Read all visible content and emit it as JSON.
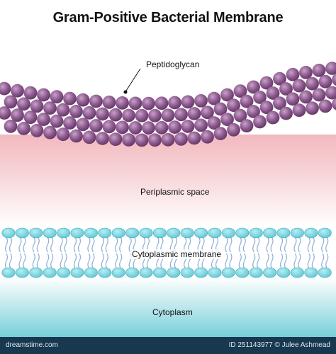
{
  "diagram": {
    "title": "Gram-Positive Bacterial Membrane",
    "labels": {
      "peptidoglycan": "Peptidoglycan",
      "periplasmic_space": "Periplasmic space",
      "cytoplasmic_membrane": "Cytoplasmic membrane",
      "cytoplasm": "Cytoplasm"
    }
  },
  "colors": {
    "peptidoglycan_bead": "#8e5a90",
    "peptidoglycan_highlight": "#c7a3c8",
    "peptidoglycan_shadow": "#5e335f",
    "periplasm_top": "#f2b9bf",
    "periplasm_bottom": "#ffffff",
    "lipid_head": "#5ec6d4",
    "lipid_head_highlight": "#b8eef3",
    "lipid_tail": "#8fb0d6",
    "cytoplasm_top": "#ffffff",
    "cytoplasm_bottom": "#77cfd9",
    "footer_bg": "#17384f"
  },
  "footer": {
    "watermark": "dreamstime.com",
    "credit": "ID 251143977 © Julee Ashmead"
  }
}
